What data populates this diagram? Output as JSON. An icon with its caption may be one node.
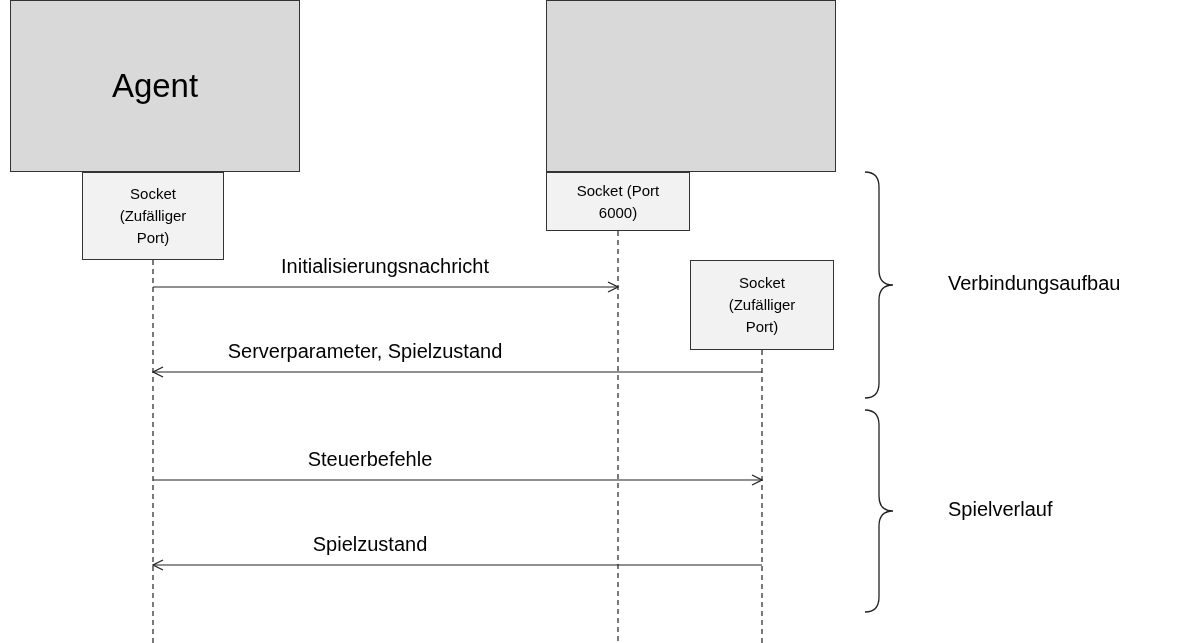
{
  "diagram": {
    "nodes": [
      {
        "text": [
          "Agent"
        ]
      },
      {
        "text": [
          "Socket (Zufälliger Port)"
        ]
      },
      {
        "text": [],
        "shape": "box"
      },
      {
        "text": [
          "Socket (Port 6000)"
        ]
      },
      {
        "text": [
          "Socket (Zufälliger Port)"
        ]
      },
      {
        "text": [],
        "shape": "line"
      },
      {
        "text": [],
        "shape": "line"
      },
      {
        "text": [],
        "shape": "line"
      }
    ],
    "edges": [
      {
        "from": 5,
        "to": 6,
        "arrow": "to",
        "label": "Initialisierungsnachricht"
      },
      {
        "from": 7,
        "to": 5,
        "arrow": "to",
        "label": "Serverparameter, Spielzustand"
      },
      {
        "from": 5,
        "to": 7,
        "arrow": "to",
        "label": "Steuerbefehle"
      },
      {
        "from": 7,
        "to": 5,
        "arrow": "to",
        "label": "Spielzustand"
      }
    ],
    "labels": [
      "Verbindungsaufbau",
      "Spielverlauf"
    ]
  }
}
